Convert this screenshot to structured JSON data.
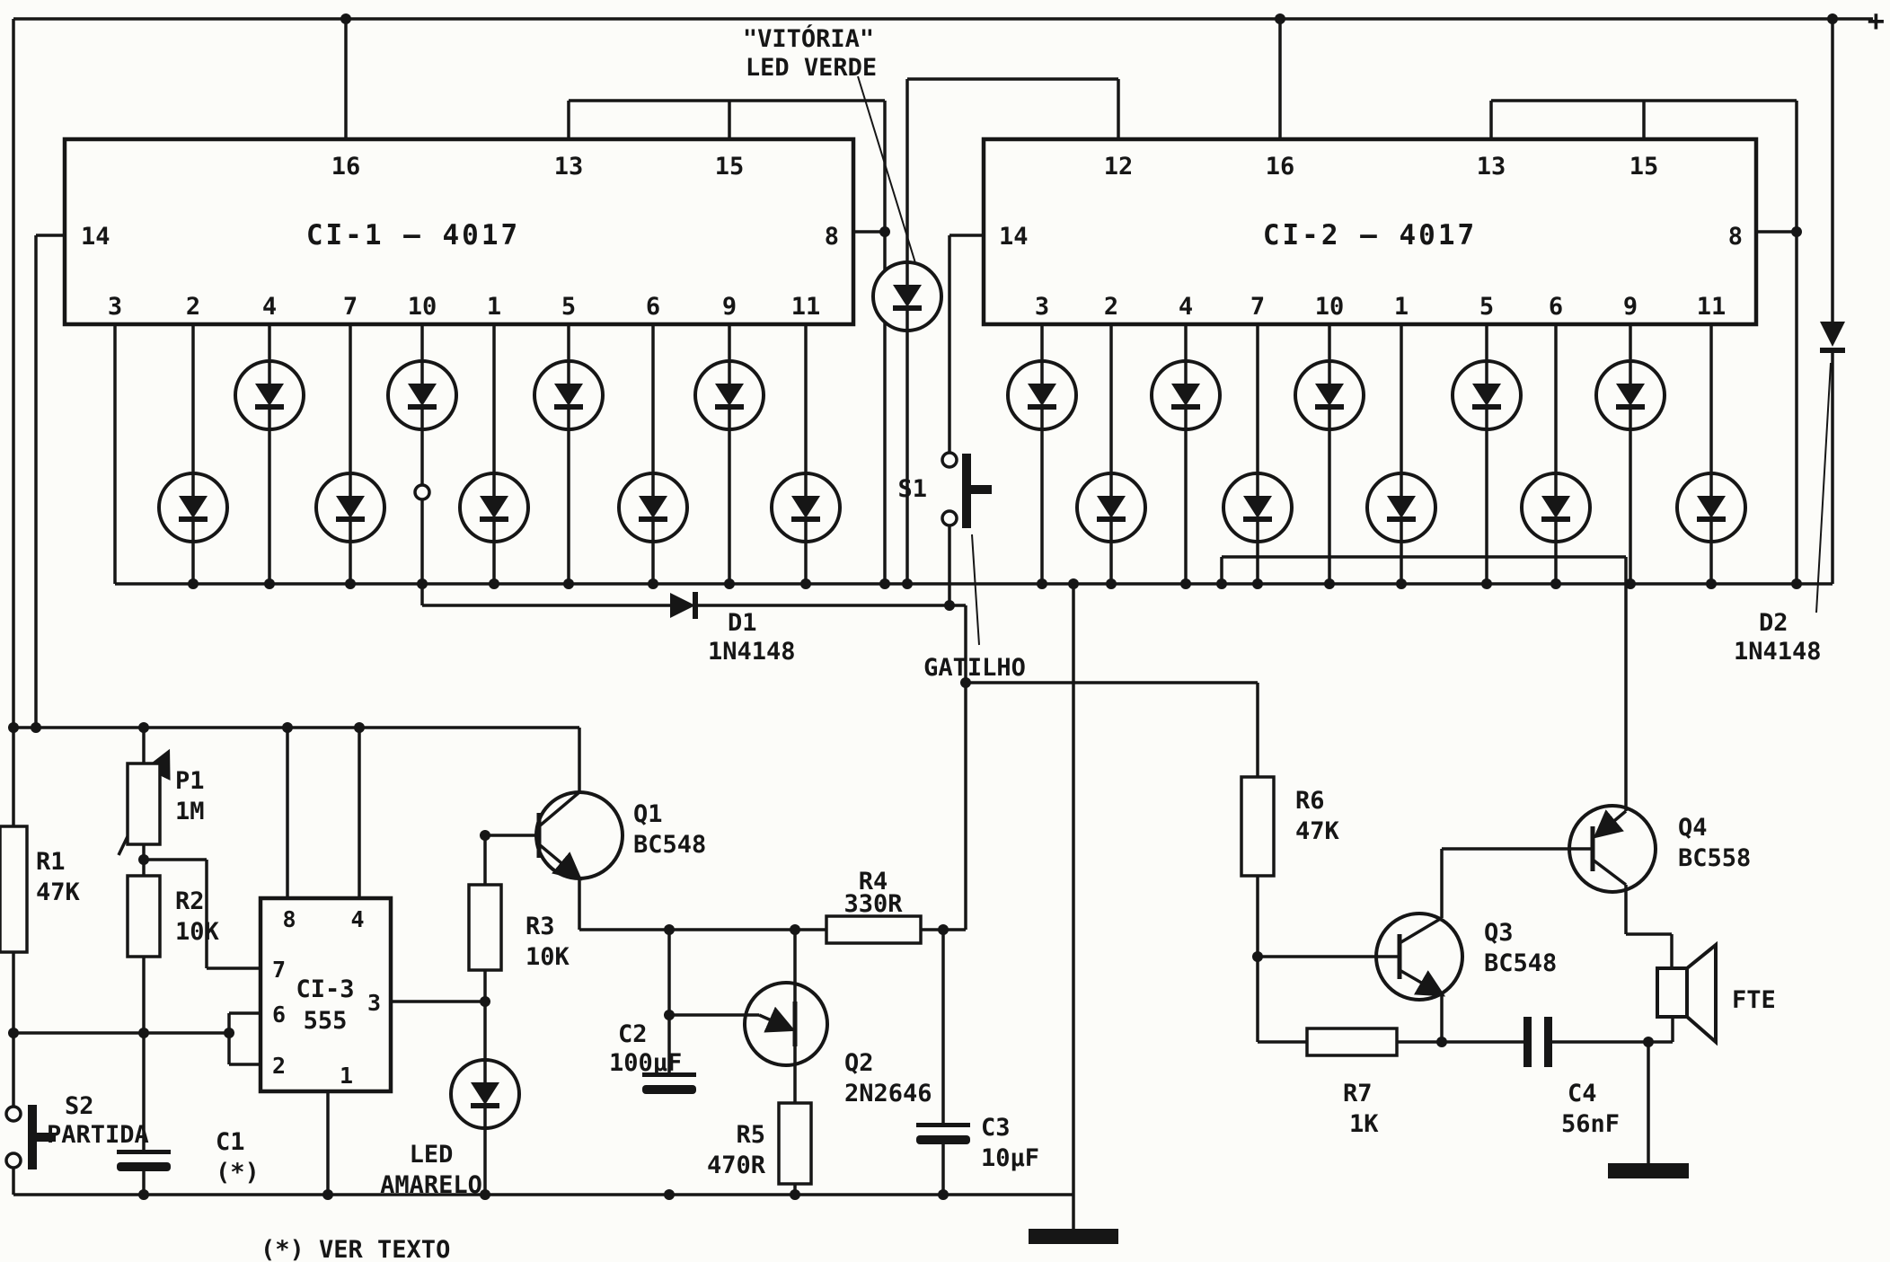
{
  "power": {
    "plus": "+"
  },
  "ci1": {
    "name": "CI-1 — 4017",
    "pin14": "14",
    "pin8": "8",
    "top": [
      "16",
      "13",
      "15"
    ],
    "bottom": [
      "3",
      "2",
      "4",
      "7",
      "10",
      "1",
      "5",
      "6",
      "9",
      "11"
    ]
  },
  "ci2": {
    "name": "CI-2 — 4017",
    "pin14": "14",
    "pin8": "8",
    "top": [
      "12",
      "16",
      "13",
      "15"
    ],
    "bottom": [
      "3",
      "2",
      "4",
      "7",
      "10",
      "1",
      "5",
      "6",
      "9",
      "11"
    ]
  },
  "ci3": {
    "name1": "CI-3",
    "name2": "555",
    "pins": {
      "p8": "8",
      "p4": "4",
      "p7": "7",
      "p6": "6",
      "p2": "2",
      "p3": "3",
      "p1": "1"
    }
  },
  "victory_led": {
    "l1": "\"VITÓRIA\"",
    "l2": "LED VERDE"
  },
  "switches": {
    "s1": "S1",
    "gatilho": "GATILHO",
    "s2": "S2",
    "partida": "PARTIDA"
  },
  "diodes": {
    "d1": "D1",
    "d1v": "1N4148",
    "d2": "D2",
    "d2v": "1N4148"
  },
  "resistors": {
    "r1": "R1",
    "r1v": "47K",
    "r2": "R2",
    "r2v": "10K",
    "r3": "R3",
    "r3v": "10K",
    "r4": "R4",
    "r4v": "330R",
    "r5": "R5",
    "r5v": "470R",
    "r6": "R6",
    "r6v": "47K",
    "r7": "R7",
    "r7v": "1K",
    "p1": "P1",
    "p1v": "1M"
  },
  "capacitors": {
    "c1": "C1",
    "c1v": "(*)",
    "c2": "C2",
    "c2v": "100µF",
    "c3": "C3",
    "c3v": "10µF",
    "c4": "C4",
    "c4v": "56nF"
  },
  "transistors": {
    "q1": "Q1",
    "q1v": "BC548",
    "q2": "Q2",
    "q2v": "2N2646",
    "q3": "Q3",
    "q3v": "BC548",
    "q4": "Q4",
    "q4v": "BC558"
  },
  "led_amarelo": {
    "l1": "LED",
    "l2": "AMARELO"
  },
  "speaker": "FTE",
  "note": "(*)  VER  TEXTO"
}
